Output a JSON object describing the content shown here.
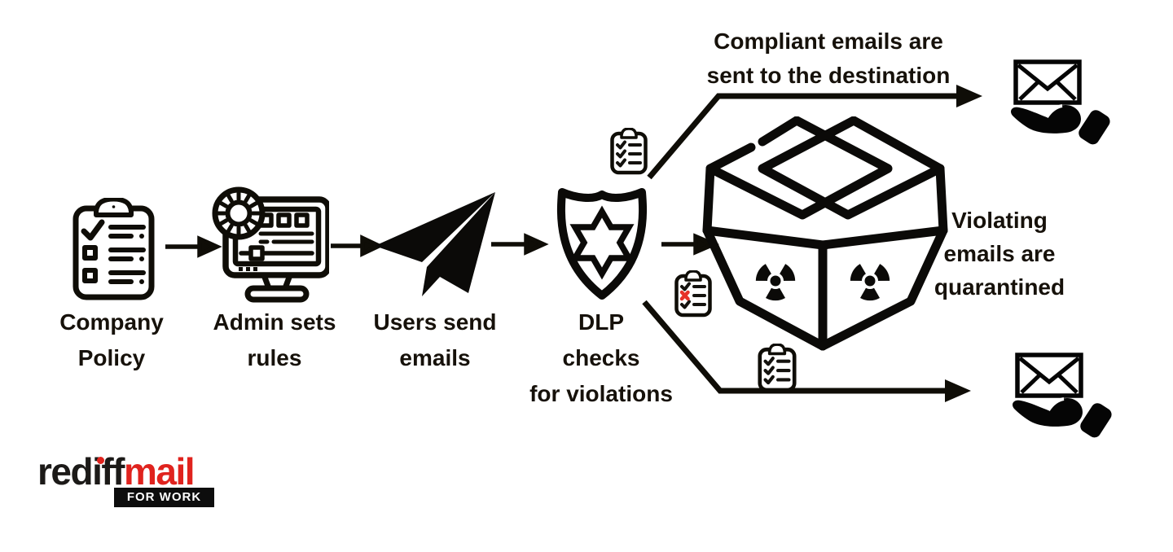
{
  "colors": {
    "ink": "#0f0d07",
    "text": "#16110a",
    "fail_x_red": "#e63229",
    "logo_red": "#e0231e",
    "logo_black": "#1c1a18",
    "background": "#ffffff"
  },
  "steps": [
    {
      "id": "company-policy",
      "icon": "clipboard-checklist-icon",
      "lines": [
        "Company",
        "Policy"
      ]
    },
    {
      "id": "admin-sets-rules",
      "icon": "monitor-settings-icon",
      "lines": [
        "Admin sets",
        "rules"
      ]
    },
    {
      "id": "users-send-emails",
      "icon": "paper-plane-icon",
      "lines": [
        "Users send",
        "emails"
      ]
    },
    {
      "id": "dlp-checks",
      "icon": "shield-star-icon",
      "lines": [
        "DLP",
        "checks",
        "for violations"
      ]
    }
  ],
  "outcomes": {
    "compliant": {
      "icon": "envelope-hand-icon",
      "lines": [
        "Compliant emails are",
        "sent to the destination"
      ]
    },
    "violating": {
      "icon": "quarantine-box-icon",
      "lines": [
        "Violating",
        "emails are",
        "quarantined"
      ]
    }
  },
  "badges": {
    "scan_pass_top": "clipboard-pass-icon",
    "scan_fail": "clipboard-fail-icon",
    "scan_pass_bottom": "clipboard-pass-icon"
  },
  "logo": {
    "brand_primary": "rediff",
    "brand_accent": "mail",
    "tagline": "FOR WORK"
  }
}
